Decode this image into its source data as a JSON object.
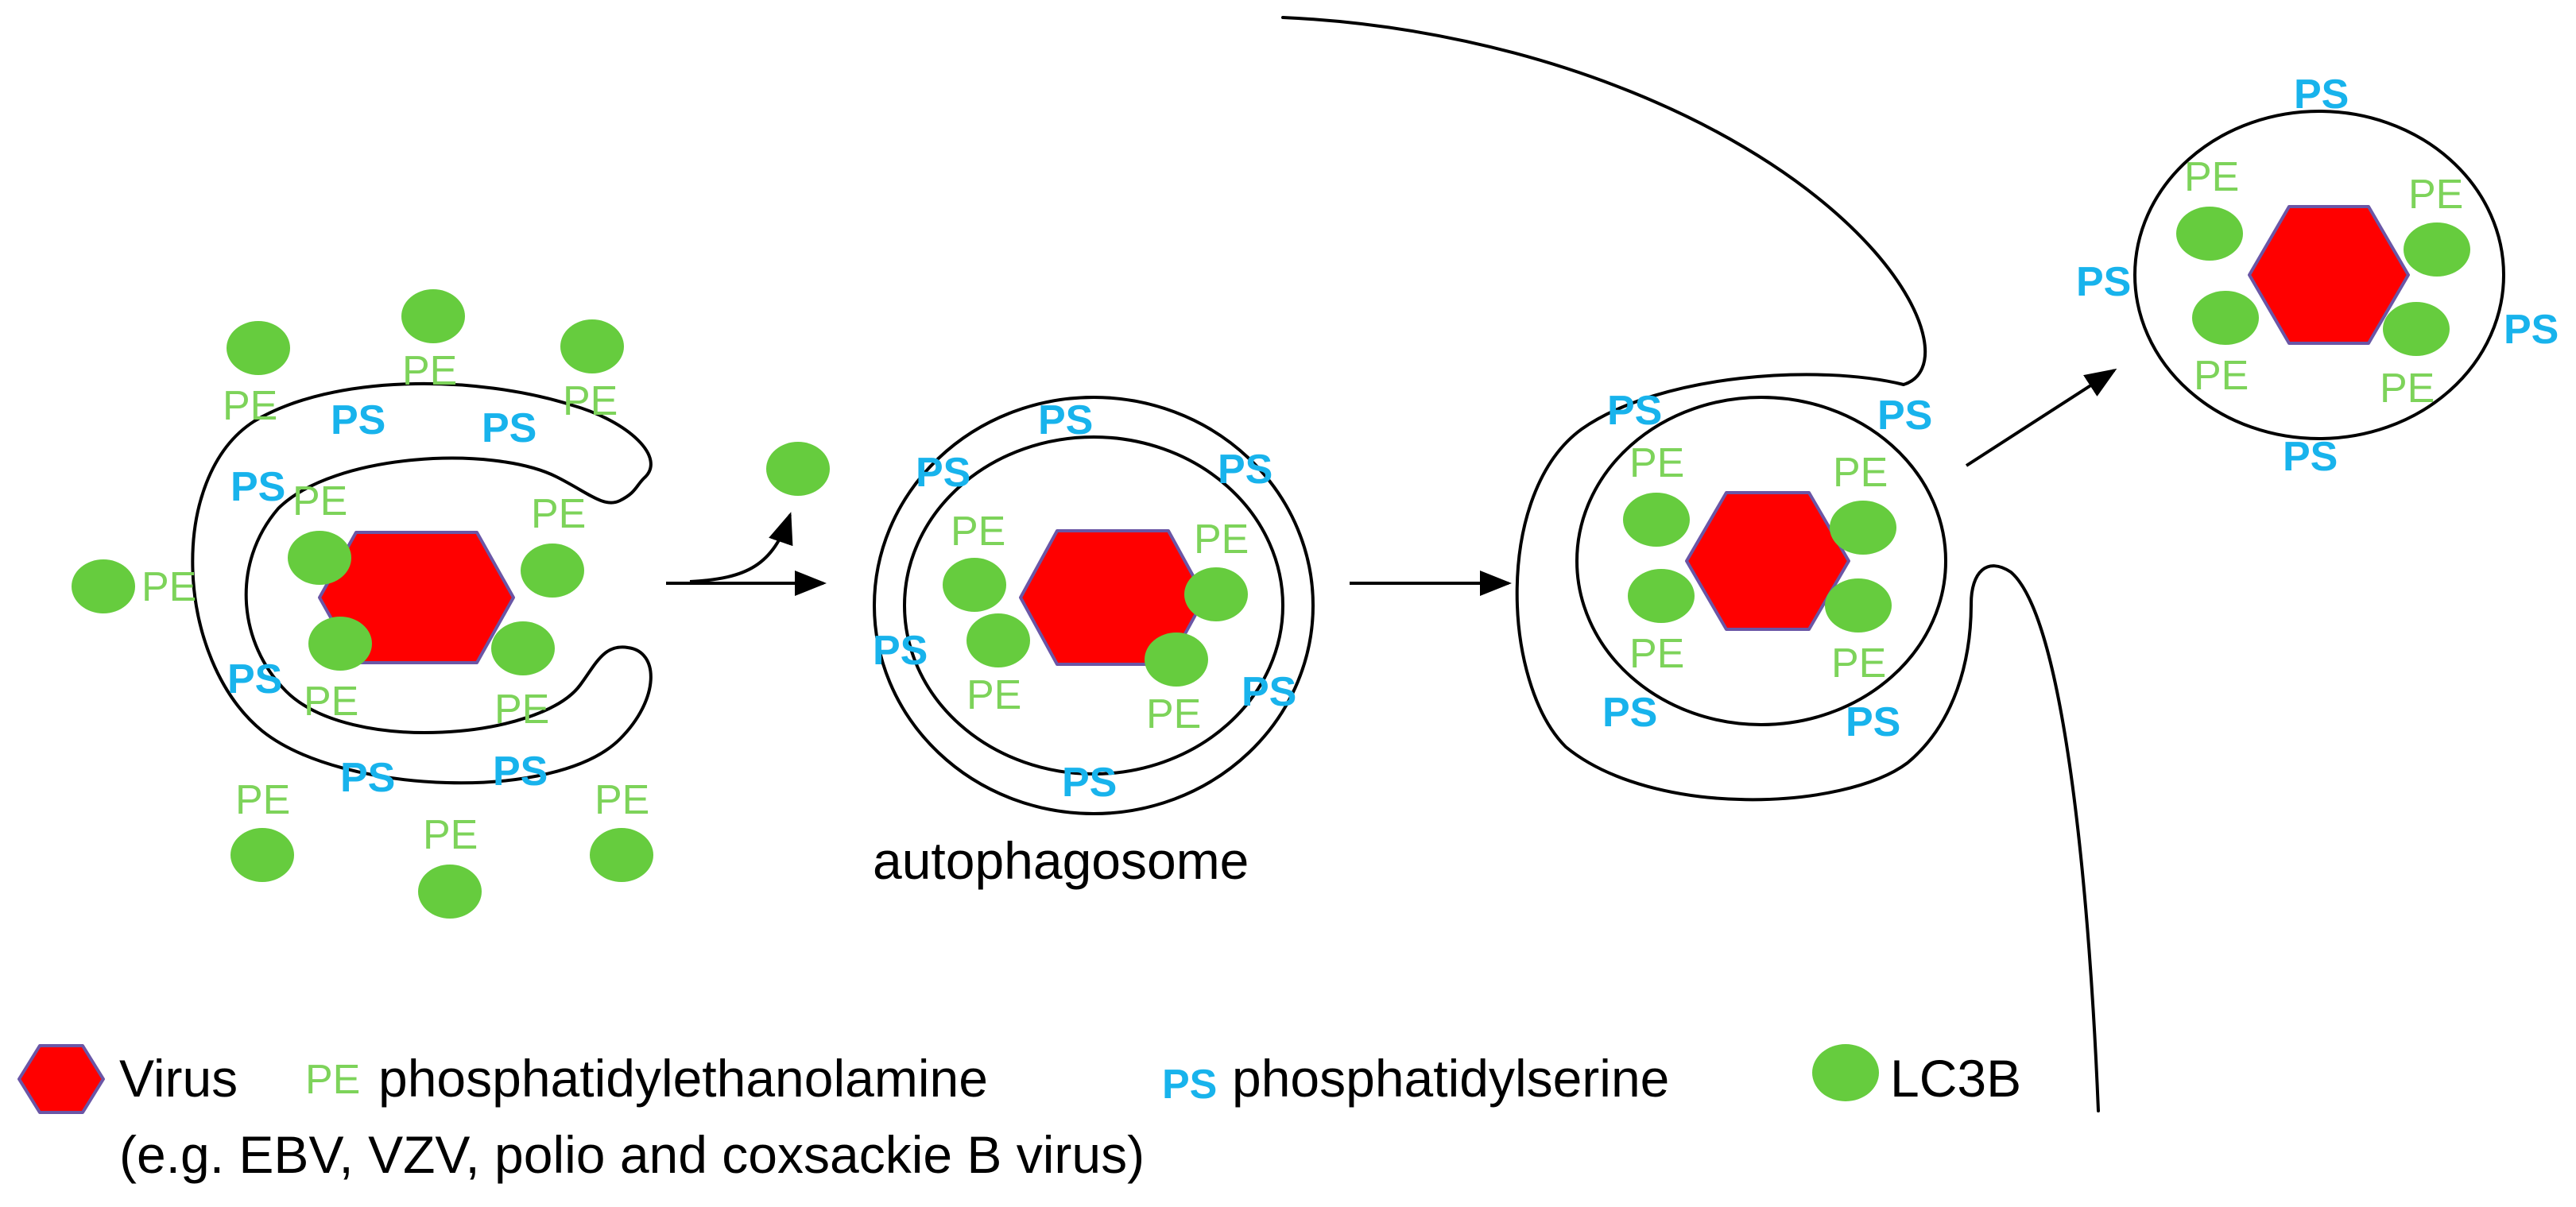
{
  "labels": {
    "pe": "PE",
    "ps": "PS",
    "autophagosome": "autophagosome"
  },
  "legend": {
    "virus": "Virus",
    "pe_symbol": "PE",
    "pe": "phosphatidylethanolamine",
    "ps_symbol": "PS",
    "ps": "phosphatidylserine",
    "lc3b": "LC3B",
    "examples": "(e.g. EBV, VZV, polio and coxsackie B virus)"
  },
  "colors": {
    "virus_fill": "#ff0000",
    "virus_outline": "#6a56a6",
    "lc3b": "#66cc3e",
    "pe_text": "#7dd35a",
    "ps_text": "#18b3ec"
  }
}
